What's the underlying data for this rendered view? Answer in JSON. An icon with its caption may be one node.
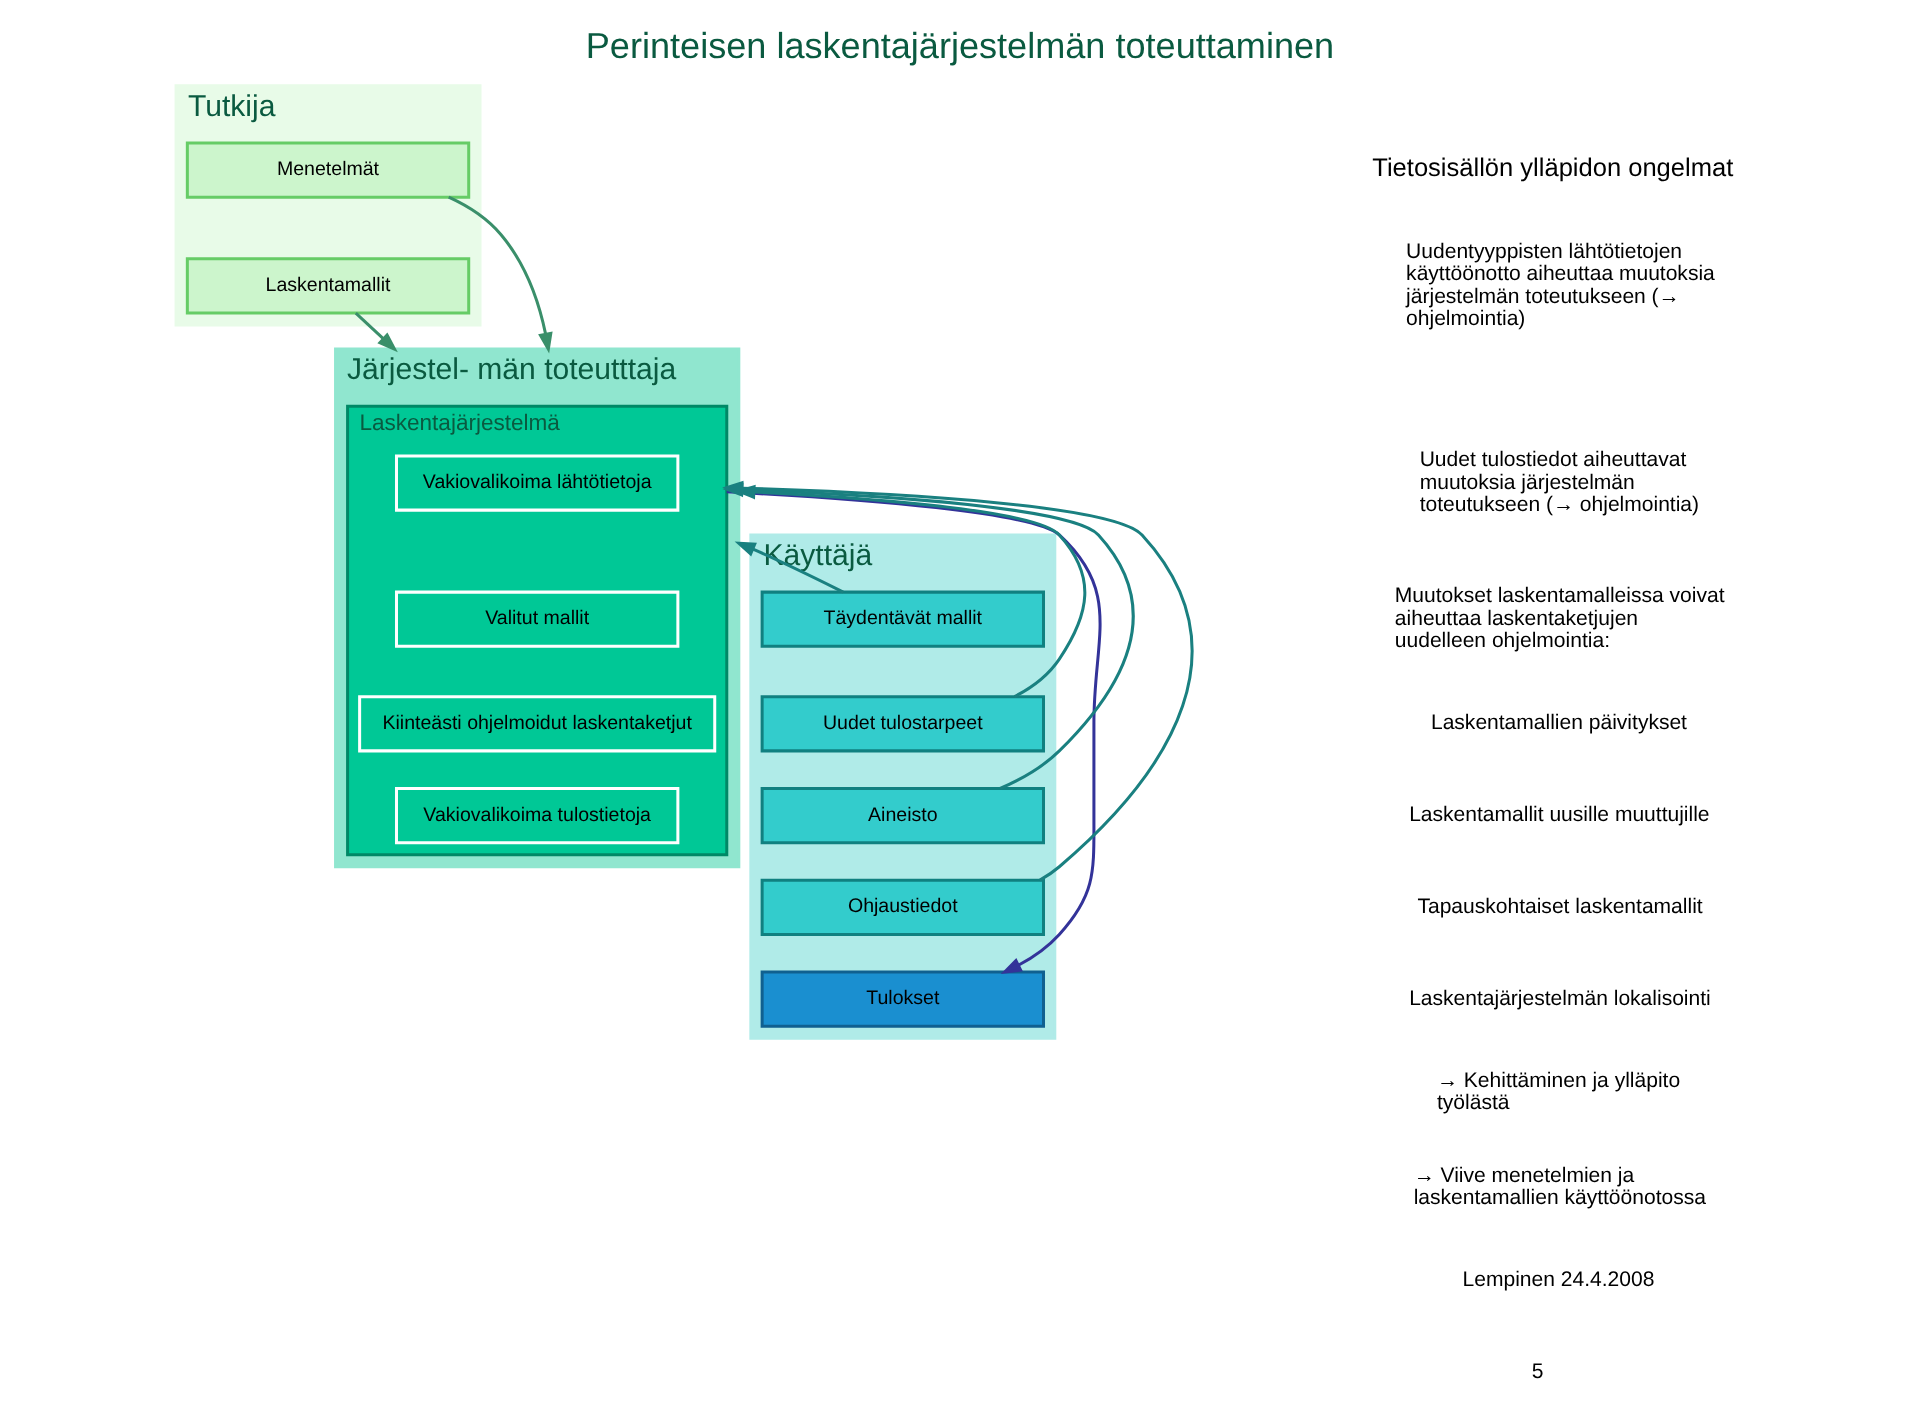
{
  "diagram": {
    "title": "Perinteisen laskentajärjestelmän toteuttaminen",
    "nodes": [
      {
        "text": [
          "Tutkija"
        ]
      },
      {
        "text": [
          "Menetelmät"
        ],
        "in": 0
      },
      {
        "text": [
          "Laskentamallit"
        ],
        "in": 0
      },
      {
        "text": [
          "Järjestel- män toteutttaja"
        ]
      },
      {
        "text": [
          "Laskentajärjestelmä"
        ],
        "in": 3
      },
      {
        "text": [
          "Vakiovalikoima lähtötietoja"
        ],
        "in": 4
      },
      {
        "text": [
          "Valitut mallit"
        ],
        "in": 4
      },
      {
        "text": [
          "Kiinteästi ohjelmoidut laskentaketjut"
        ],
        "in": 4
      },
      {
        "text": [
          "Vakiovalikoima tulostietoja"
        ],
        "in": 4
      },
      {
        "text": [
          "Käyttäjä"
        ]
      },
      {
        "text": [
          "Täydentävät mallit"
        ],
        "in": 9
      },
      {
        "text": [
          "Uudet tulostarpeet"
        ],
        "in": 9
      },
      {
        "text": [
          "Aineisto"
        ],
        "in": 9
      },
      {
        "text": [
          "Ohjaustiedot"
        ],
        "in": 9
      },
      {
        "text": [
          "Tulokset"
        ],
        "in": 9
      }
    ],
    "edges": [
      {
        "from": 1,
        "to": 3,
        "arrow": "to",
        "color": "#3a8f6a"
      },
      {
        "from": 2,
        "to": 3,
        "arrow": "to",
        "color": "#3a8f6a"
      },
      {
        "from": 10,
        "to": 3,
        "arrow": "to"
      },
      {
        "from": 11,
        "to": 3,
        "arrow": "to"
      },
      {
        "from": 12,
        "to": 4,
        "arrow": "to"
      },
      {
        "from": 13,
        "to": 4,
        "arrow": "to"
      },
      {
        "from": 4,
        "to": 14,
        "arrow": "to",
        "color": "#333399"
      }
    ],
    "labels": [
      "Tietosisällön ylläpidon ongelmat",
      "Uudentyyppisten lähtötietojen käyttöönotto aiheuttaa muutoksia järjestelmän toteutukseen (→ ohjelmointia)",
      "Uudet tulostiedot aiheuttavat muutoksia järjestelmän toteutukseen (→ ohjelmointia)",
      "Muutokset laskentamalleissa voivat aiheuttaa laskentaketjujen uudelleen ohjelmointia:",
      "Laskentamallien päivitykset",
      "Laskentamallit uusille muuttujille",
      "Tapauskohtaiset laskentamallit",
      "Laskentajärjestelmän lokalisointi",
      "→ Kehittäminen ja ylläpito työlästä",
      "→ Viive menetelmien ja laskentamallien käyttöönotossa",
      "Lempinen 24.4.2008",
      "5"
    ]
  }
}
